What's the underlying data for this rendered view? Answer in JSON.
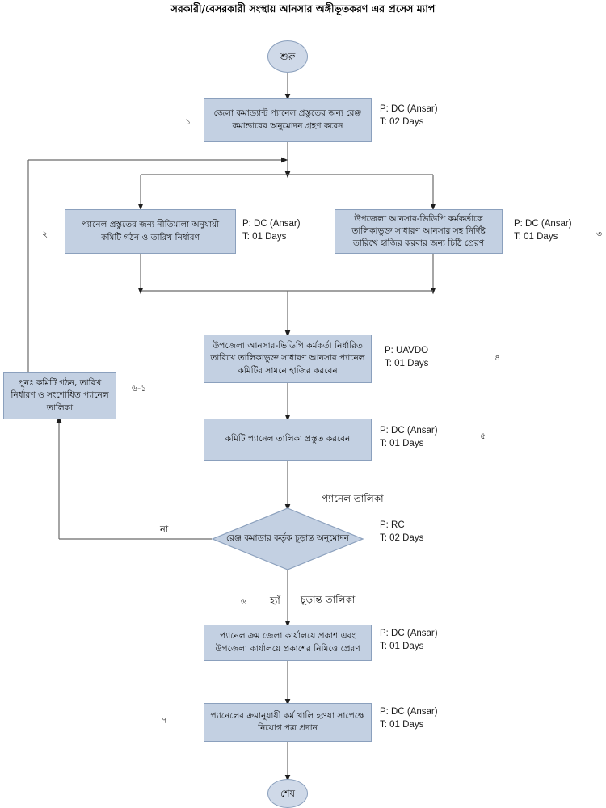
{
  "title": "সরকারী/বেসরকারী সংস্থায় আনসার অঙ্গীভূতকরণ এর প্রসেস ম্যাপ",
  "colors": {
    "node_fill": "#c3d0e2",
    "node_border": "#8ba0bd",
    "terminator_fill": "#cfd9e8",
    "line": "#5a5a5a",
    "text": "#101010",
    "background": "#ffffff"
  },
  "nodes": {
    "start": {
      "label": "শুরু",
      "type": "terminator"
    },
    "step1": {
      "label": "জেলা কমান্ড্যান্ট প্যানেল প্রস্তুতের জন্য রেঞ্জ কমান্ডারের অনুমোদন গ্রহণ করেন",
      "type": "process"
    },
    "step2": {
      "label": "প্যানেল প্রস্তুতের জন্য নীতিমালা অনুযায়ী কমিটি গঠন ও তারিখ নির্ধারণ",
      "type": "process"
    },
    "step3": {
      "label": "উপজেলা আনসার-ভিডিপি কর্মকর্তাকে তালিকাভুক্ত সাধারণ আনসার সহ নির্দিষ্ট তারিখে হাজির করবার জন্য চিঠি প্রেরণ",
      "type": "process"
    },
    "step4": {
      "label": "উপজেলা আনসার-ভিডিপি কর্মকর্তা নির্ধারিত তারিখে তালিকাভুক্ত সাধারণ আনসার প্যানেল কমিটির সামনে হাজির করবেন",
      "type": "process"
    },
    "step5": {
      "label": "কমিটি প্যানেল তালিকা প্রস্তুত করবেন",
      "type": "process"
    },
    "rework": {
      "label": "পুনঃ  কমিটি গঠন, তারিখ নির্ধারণ ও সংশোধিত প্যানেল তালিকা",
      "type": "process"
    },
    "decision": {
      "label": "রেঞ্জ কমান্ডার কর্তৃক চূড়ান্ত অনুমোদন",
      "type": "decision"
    },
    "step6": {
      "label": "প্যানেল ক্রম জেলা কার্যালয়ে প্রকাশ এবং উপজেলা কার্যালয়ে প্রকাশের নিমিত্তে প্রেরণ",
      "type": "process"
    },
    "step7": {
      "label": "প্যানেলের ক্রমানুযায়ী কর্ম খালি হওয়া সাপেক্ষে নিয়োগ পত্র প্রদান",
      "type": "process"
    },
    "end": {
      "label": "শেষ",
      "type": "terminator"
    }
  },
  "annotations": {
    "step1": "P: DC (Ansar)\nT: 02 Days",
    "step2": "P: DC (Ansar)\nT: 01 Days",
    "step3": "P: DC (Ansar)\nT: 01 Days",
    "step4": "P: UAVDO\nT: 01 Days",
    "step5": "P: DC (Ansar)\nT: 01 Days",
    "decision": "P: RC\nT: 02 Days",
    "step6": "P: DC (Ansar)\nT: 01 Days",
    "step7": "P: DC (Ansar)\nT: 01 Days"
  },
  "markers": {
    "step1": "১",
    "step2": "২",
    "step3": "৩",
    "step4": "৪",
    "step5": "৫",
    "rework": "৬-১",
    "decision": "৬",
    "step7": "৭"
  },
  "edge_labels": {
    "no": "না",
    "yes": "হ্যাঁ"
  },
  "flow_labels": {
    "panel_list": "প্যানেল তালিকা",
    "final_list": "চূড়ান্ত তালিকা"
  }
}
